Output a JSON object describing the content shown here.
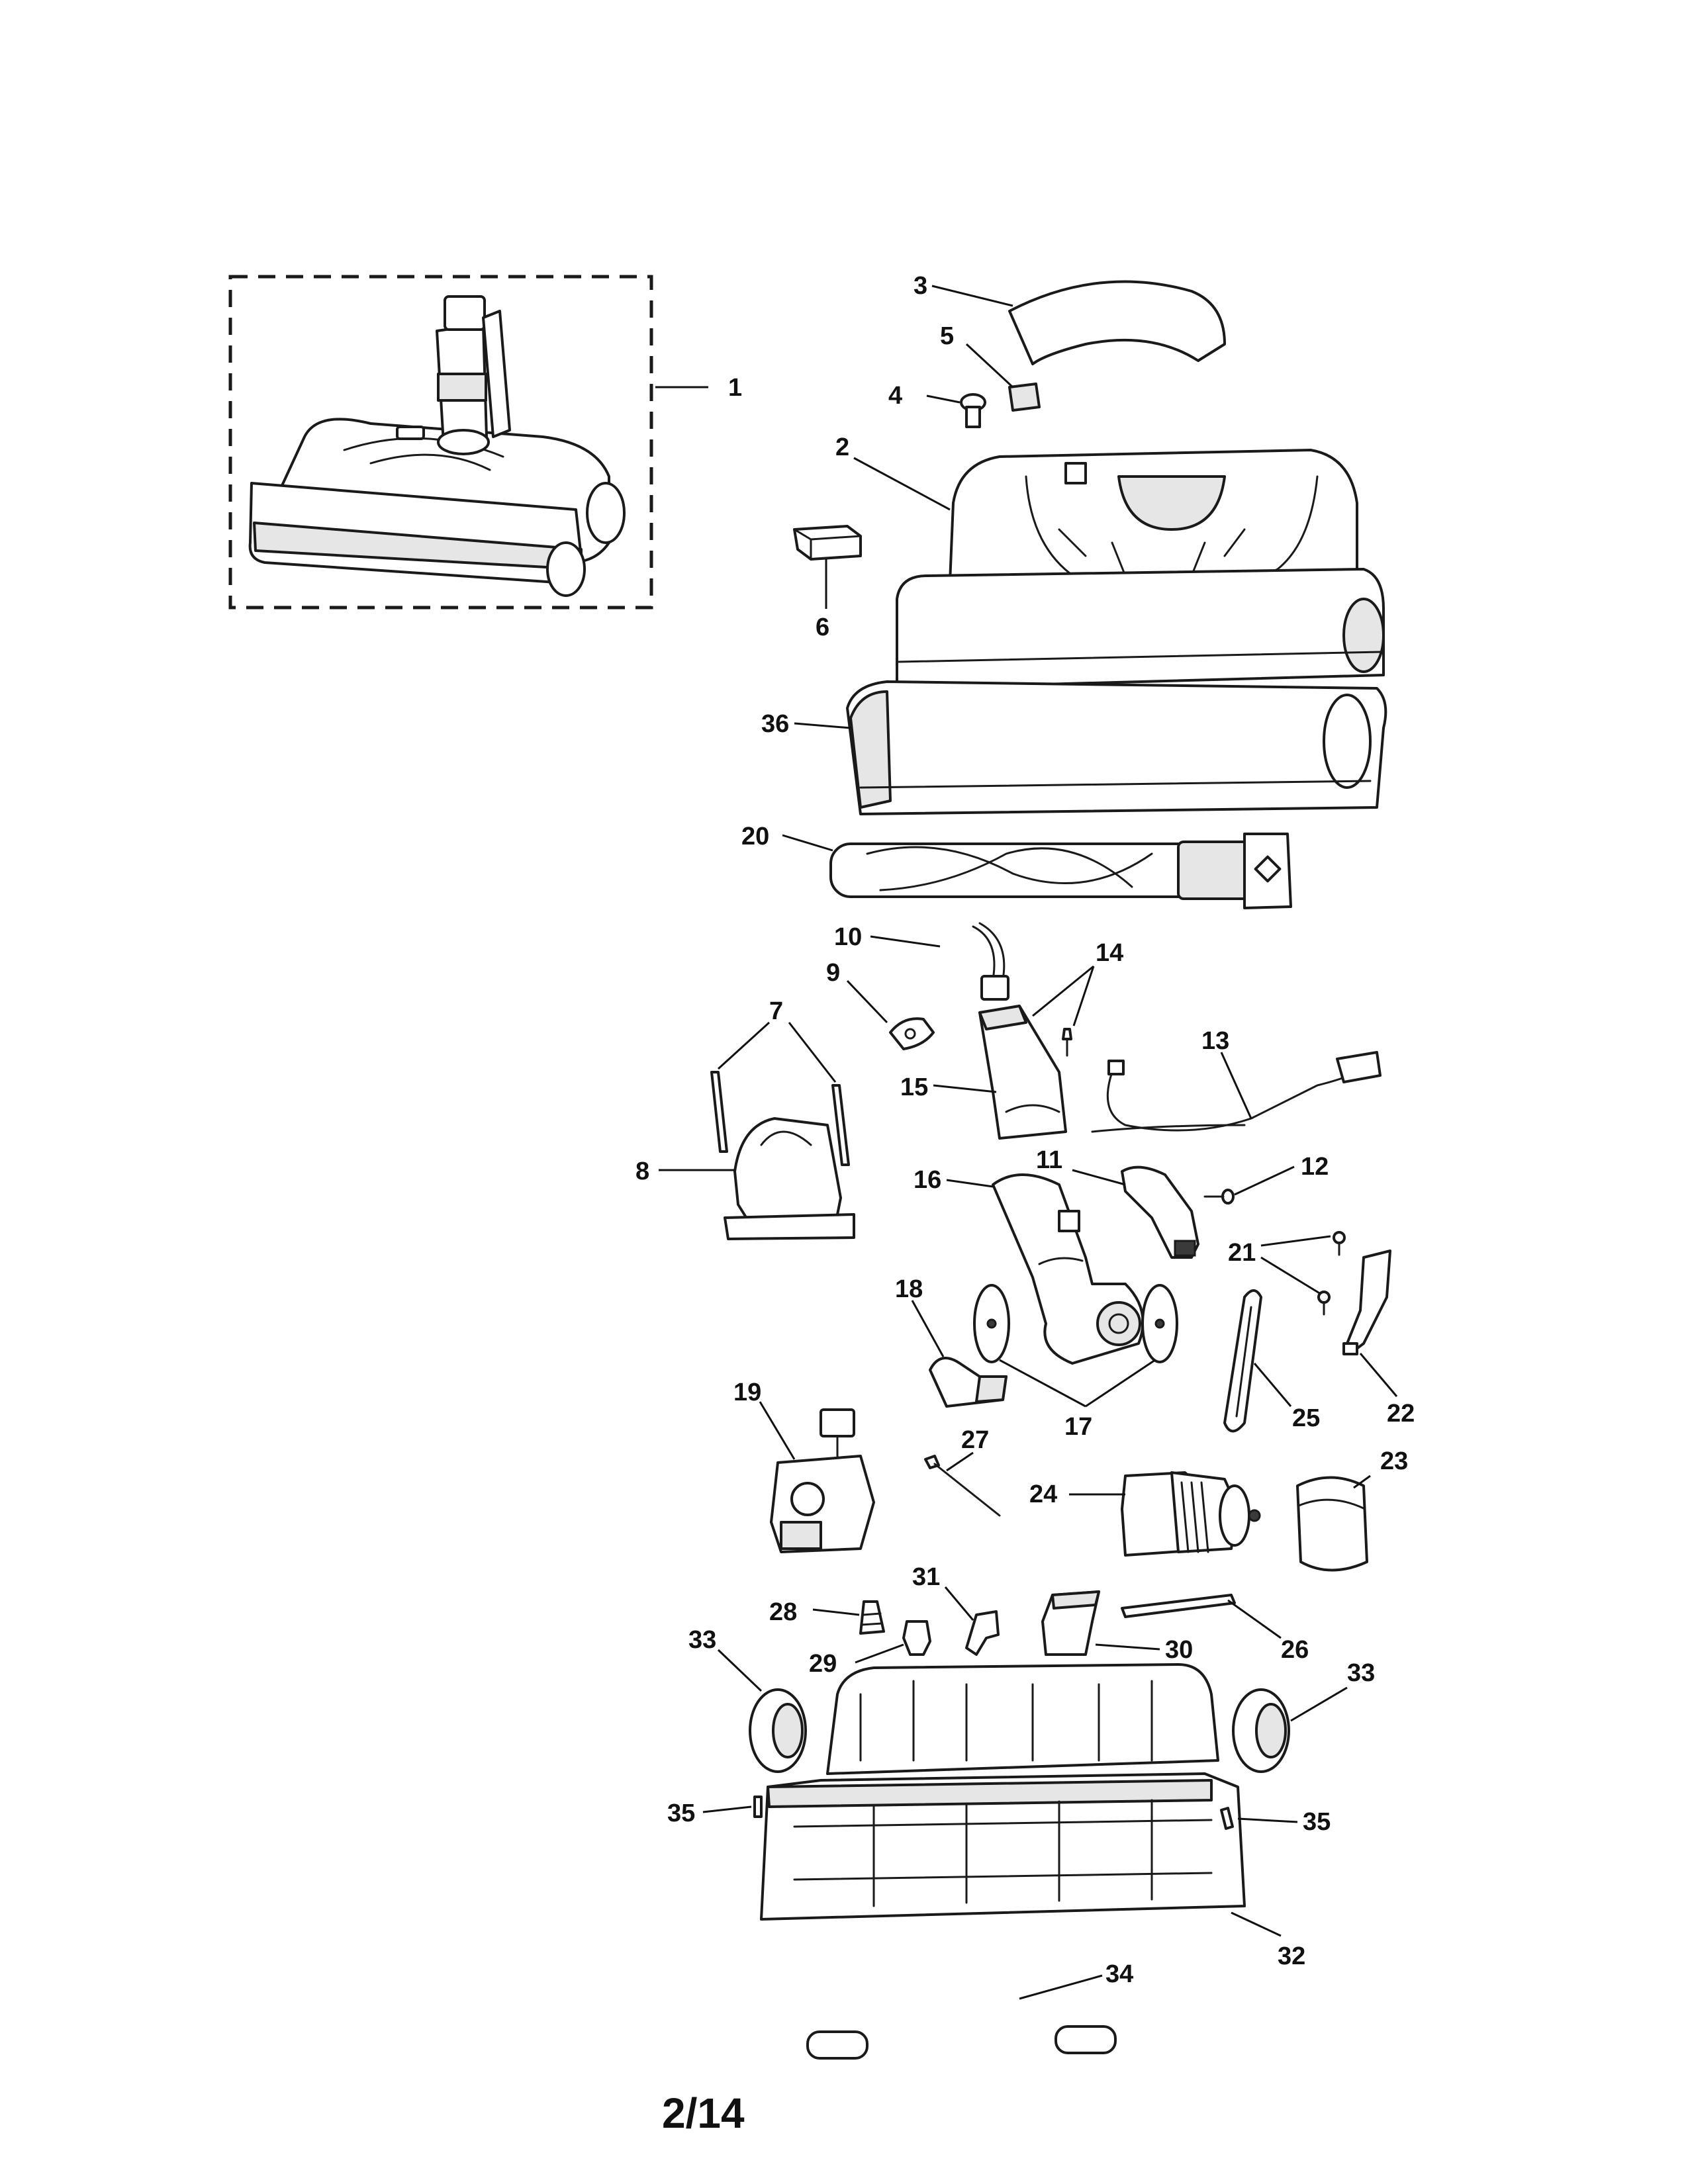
{
  "diagram": {
    "page_number": "2/14",
    "callouts": {
      "p1": "1",
      "p2": "2",
      "p3": "3",
      "p4": "4",
      "p5": "5",
      "p6": "6",
      "p7": "7",
      "p8": "8",
      "p9": "9",
      "p10": "10",
      "p11": "11",
      "p12": "12",
      "p13": "13",
      "p14": "14",
      "p15": "15",
      "p16": "16",
      "p17": "17",
      "p18": "18",
      "p19": "19",
      "p20": "20",
      "p21": "21",
      "p22": "22",
      "p23": "23",
      "p24": "24",
      "p25": "25",
      "p26": "26",
      "p27": "27",
      "p28": "28",
      "p29": "29",
      "p30": "30",
      "p31": "31",
      "p32": "32",
      "p33": "33",
      "p34": "34",
      "p35": "35",
      "p36": "36"
    }
  }
}
